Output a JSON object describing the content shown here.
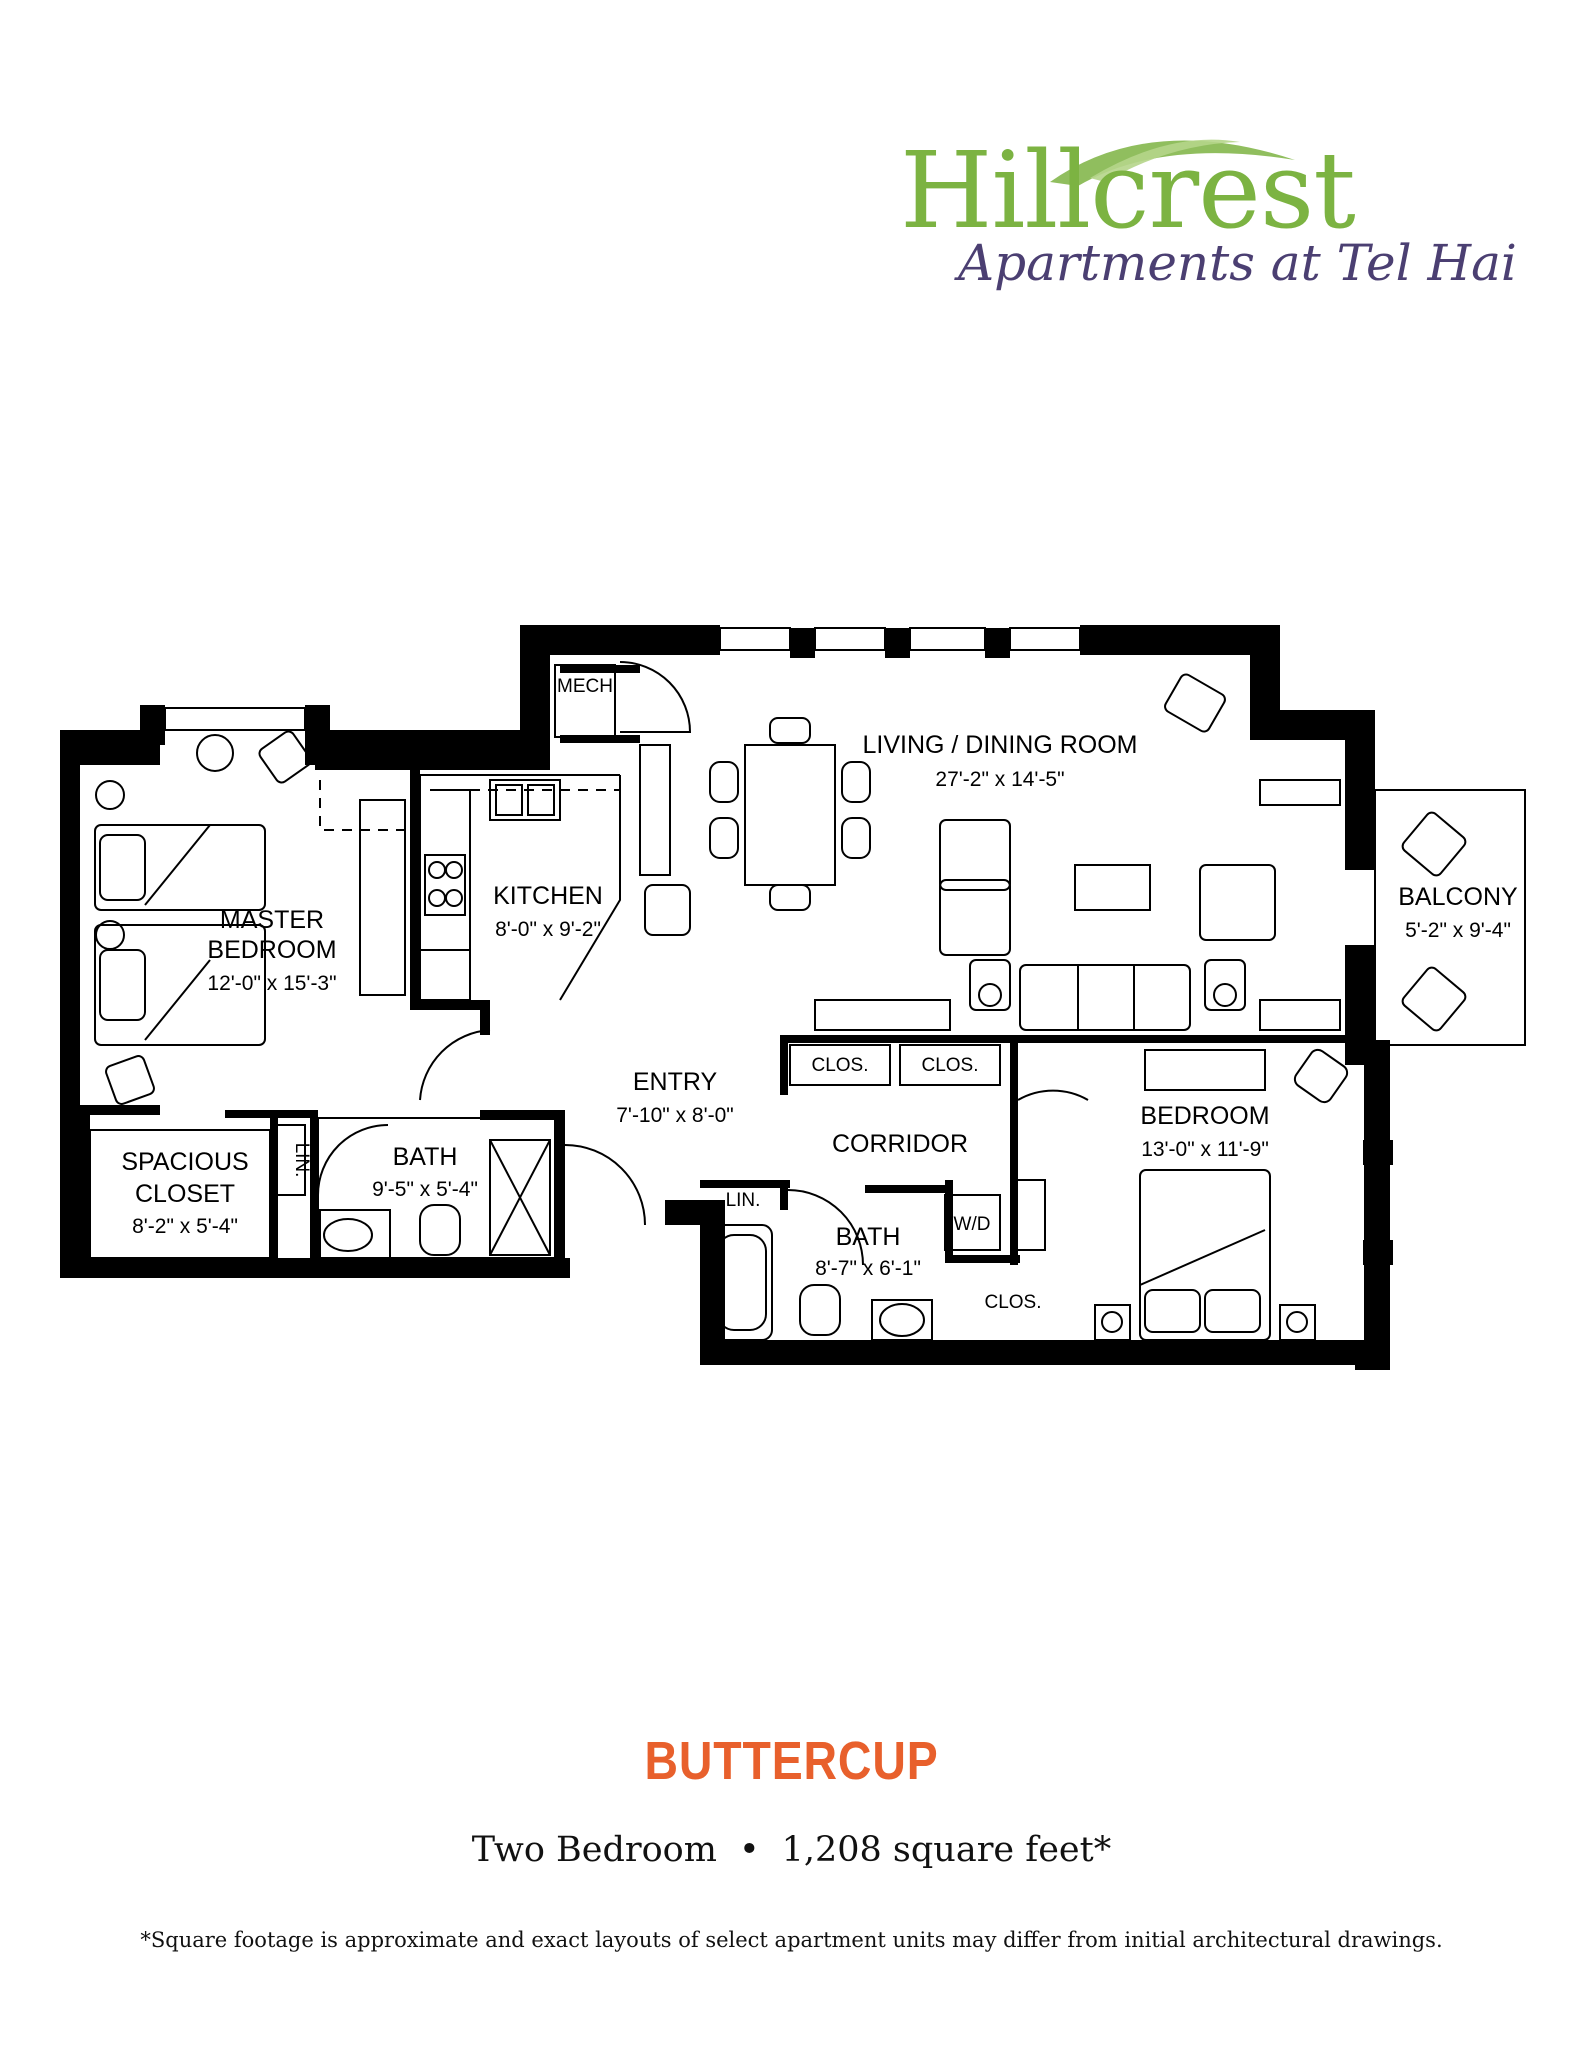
{
  "brand": {
    "name": "Hillcrest",
    "subtitle": "Apartments at Tel Hai",
    "name_color": "#7cb342",
    "subtitle_color": "#4b3f72",
    "swoosh_icon": "arc-swoosh-icon"
  },
  "floor_plan": {
    "rooms": [
      {
        "key": "living",
        "name": "LIVING / DINING ROOM",
        "dims": "27'-2\" x 14'-5\""
      },
      {
        "key": "balcony",
        "name": "BALCONY",
        "dims": "5'-2\" x 9'-4\""
      },
      {
        "key": "kitchen",
        "name": "KITCHEN",
        "dims": "8'-0\" x 9'-2\""
      },
      {
        "key": "master_bedroom",
        "name_line1": "MASTER",
        "name_line2": "BEDROOM",
        "dims": "12'-0\" x 15'-3\""
      },
      {
        "key": "entry",
        "name": "ENTRY",
        "dims": "7'-10\" x 8'-0\""
      },
      {
        "key": "corridor",
        "name": "CORRIDOR"
      },
      {
        "key": "bedroom",
        "name": "BEDROOM",
        "dims": "13'-0\" x 11'-9\""
      },
      {
        "key": "spacious_closet",
        "name_line1": "SPACIOUS",
        "name_line2": "CLOSET",
        "dims": "8'-2\" x 5'-4\""
      },
      {
        "key": "bath1",
        "name": "BATH",
        "dims": "9'-5\" x 5'-4\""
      },
      {
        "key": "bath2",
        "name": "BATH",
        "dims": "8'-7\" x 6'-1\""
      }
    ],
    "labels": {
      "mech": "MECH",
      "lin": "LIN.",
      "clos": "CLOS.",
      "wd": "W/D"
    }
  },
  "plan_name": "BUTTERCUP",
  "plan_name_color": "#e8602c",
  "plan_desc": {
    "bedrooms": "Two Bedroom",
    "separator": "•",
    "area": "1,208 square feet*"
  },
  "disclaimer": "*Square footage is approximate and exact layouts of select apartment units may differ from initial architectural drawings."
}
